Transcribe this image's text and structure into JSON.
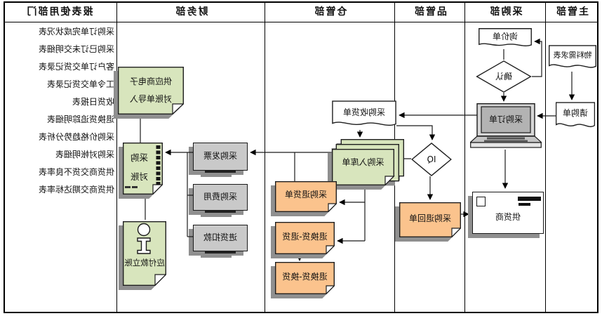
{
  "meta": {
    "orientation": "horizontally-mirrored screenshot of a purchasing flowchart",
    "colors": {
      "note_green": "#d8e5bd",
      "note_orange": "#fbc38d",
      "box_gray": "#c9c9c9",
      "screen_gray": "#b3b3b3",
      "shadow_gray": "#8f8f8f",
      "line_black": "#000000"
    }
  },
  "header": {
    "lanes": [
      {
        "label": "主管部"
      },
      {
        "label": "采购部"
      },
      {
        "label": "品管部"
      },
      {
        "label": "仓管部"
      },
      {
        "label": "财务部"
      },
      {
        "label": "报表使用部门"
      }
    ]
  },
  "flow": {
    "material_request": "物料需求表",
    "purchase_request": "请购单",
    "inquiry": "询价单",
    "confirm": "确认",
    "purchase_order": "采购订单",
    "supplier": "供货商",
    "iq": "IQ",
    "purchase_return_to_supplier": "采购退回单",
    "receiving_note": "采购收货单",
    "stock_in_note": "采购入库单",
    "purchase_return_note": "采购退货单",
    "return_exchange_return": "退换货-退货",
    "return_exchange_exchange": "退换货-换货",
    "supplier_e_statement": {
      "line1": "供应商电子",
      "line2": "对账单导入"
    },
    "reconciliation": {
      "line1": "采购",
      "line2": "对账"
    },
    "invoice": "采购发票",
    "expense": "采购费用",
    "deduction": "进货扣款",
    "payable_entry": "应付款立账"
  },
  "reports": [
    "采购订单完成状况表",
    "采购已订未交明细表",
    "客户订单交货记录表",
    "工令单交货记录表",
    "收货日报表",
    "退换货追踪明细表",
    "采购价格趋势分析表",
    "采购对帐明细表",
    "供货商交货不良率表",
    "供货商交期达标率表"
  ]
}
